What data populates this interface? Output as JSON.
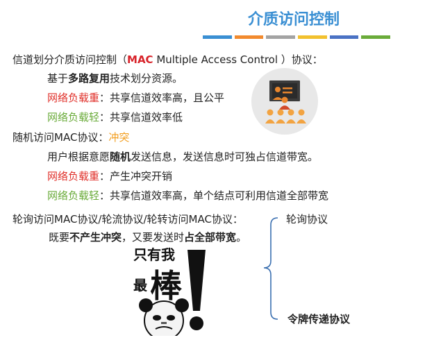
{
  "title": "介质访问控制",
  "stripes": [
    "#3a8fd3",
    "#f28a2e",
    "#a3a3a3",
    "#f2c12e",
    "#4a72c4",
    "#6aab3a"
  ],
  "line1": {
    "pre": "信道划分介质访问控制（",
    "mac": "MAC",
    "mid": " Multiple Access Control ）协议："
  },
  "line2": {
    "pre": "基于",
    "bold": "多路复用",
    "post": "技术划分资源。"
  },
  "line3": {
    "label": "网络负载重",
    "text": "：共享信道效率高，且公平"
  },
  "line4": {
    "label": "网络负载轻",
    "text": "：共享信道效率低"
  },
  "line5": {
    "pre": "随机访问MAC协议：",
    "highlight": "冲突"
  },
  "line6": {
    "pre": "用户根据意愿",
    "bold": "随机",
    "post": "发送信息，发送信息时可独占信道带宽。"
  },
  "line7": {
    "label": "网络负载重",
    "text": "：产生冲突开销"
  },
  "line8": {
    "label": "网络负载轻",
    "text": "：共享信道效率高，单个结点可利用信道全部带宽"
  },
  "line9": {
    "text": "轮询访问MAC协议/轮流协议/轮转访问MAC协议："
  },
  "line10": {
    "pre": "既要",
    "bold1": "不产生冲突",
    "mid": "，又要发送时",
    "bold2": "占全部带宽",
    "post": "。"
  },
  "brace_top_label": "轮询协议",
  "brace_bottom_label": "令牌传递协议",
  "meme": {
    "top_text": "只有我",
    "left_text": "最",
    "big_text": "棒"
  },
  "icon_name": "classroom-presentation-icon"
}
